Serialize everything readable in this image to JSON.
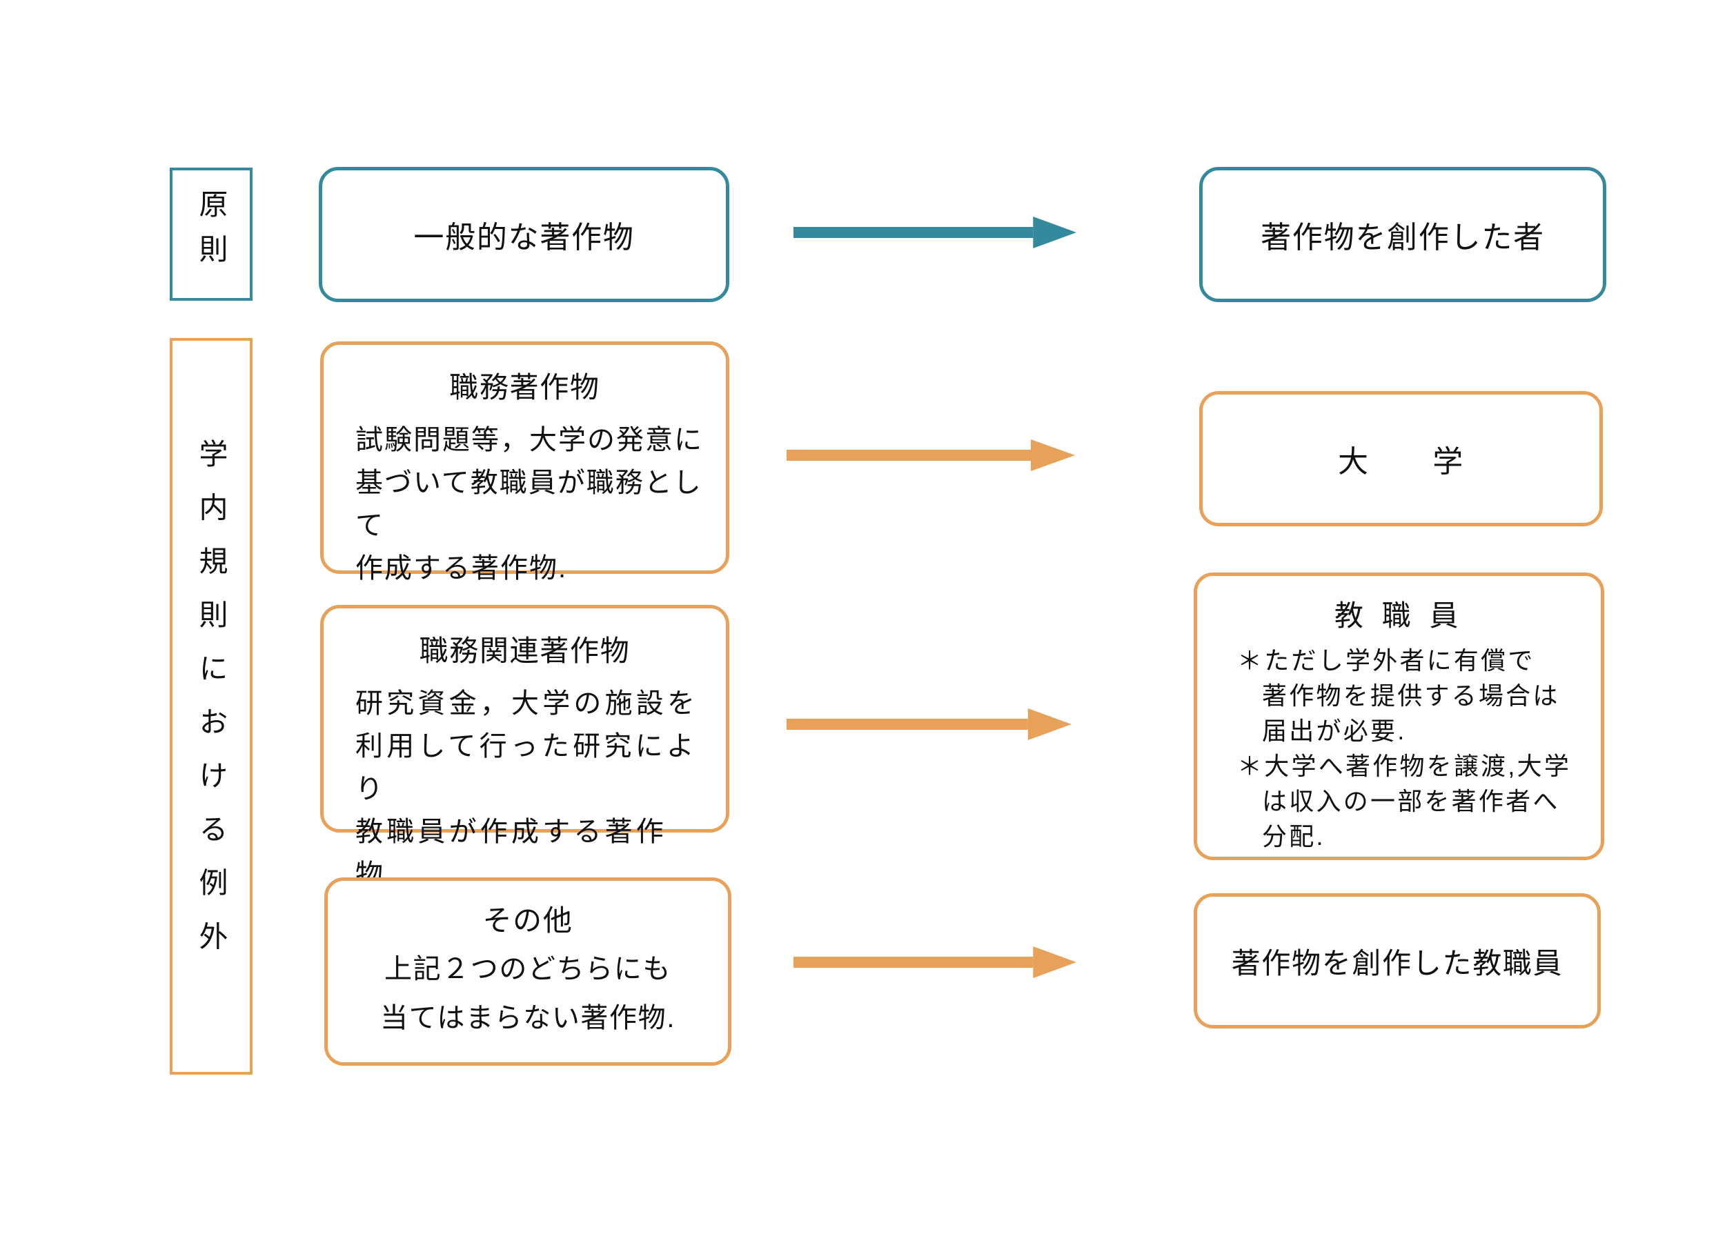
{
  "colors": {
    "teal": "#35899C",
    "orange": "#E8A159",
    "text": "#111111",
    "background": "#ffffff"
  },
  "principle": {
    "row_label": "原則",
    "source_box": "一般的な著作物",
    "target_box": "著作物を創作した者"
  },
  "exception": {
    "row_label": "学内規則における例外",
    "rows": [
      {
        "source_title": "職務著作物",
        "source_body": "試験問題等，大学の発意に\n基づいて教職員が職務として\n作成する著作物.",
        "target_title": "大　　学"
      },
      {
        "source_title": "職務関連著作物",
        "source_body": "研究資金，大学の施設を\n利用して行った研究により\n教職員が作成する著作物.",
        "target_title": "教 職 員",
        "target_note_1": "＊ただし学外者に有償で\n著作物を提供する場合は\n届出が必要.",
        "target_note_2": "＊大学へ著作物を譲渡,大学\nは収入の一部を著作者へ\n分配."
      },
      {
        "source_title": "その他",
        "source_body": "上記２つのどちらにも\n当てはまらない著作物.",
        "target_title": "著作物を創作した教職員"
      }
    ]
  }
}
